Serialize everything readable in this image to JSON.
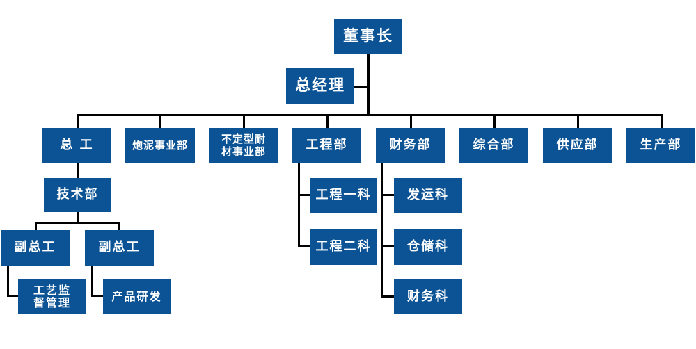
{
  "org": {
    "chairman": "董事长",
    "general_manager": "总经理",
    "chief_engineer": "总 工",
    "clay_dept": "炮泥事业部",
    "unshaped_dept": "不定型耐\n材事业部",
    "engineering_dept": "工程部",
    "finance_dept": "财务部",
    "general_dept": "综合部",
    "supply_dept": "供应部",
    "production_dept": "生产部",
    "tech_dept": "技术部",
    "deputy_chief_1": "副总工",
    "deputy_chief_2": "副总工",
    "process_supervision": "工艺监\n督管理",
    "product_rd": "产品研发",
    "eng_section_1": "工程一科",
    "eng_section_2": "工程二科",
    "shipping_section": "发运科",
    "storage_section": "仓储科",
    "finance_section": "财务科"
  },
  "colors": {
    "node_fill": "#0b5394",
    "node_text": "#ffffff",
    "connector": "#000000"
  }
}
